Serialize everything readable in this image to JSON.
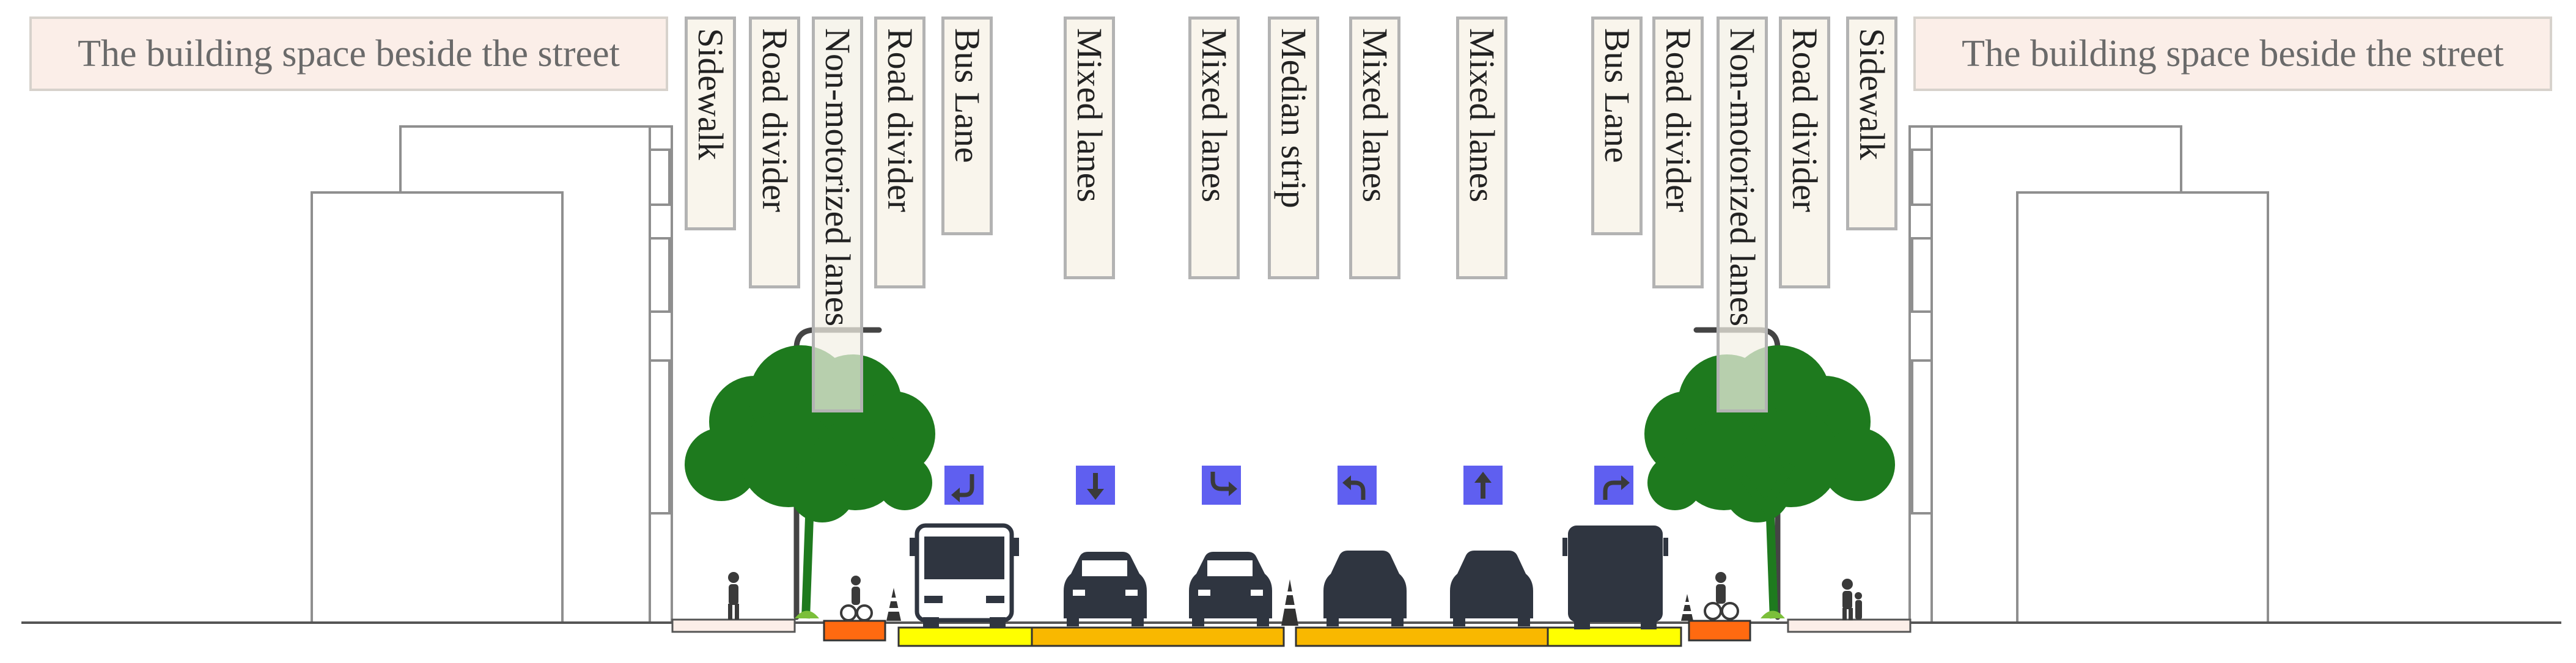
{
  "sections": {
    "left": "The building space beside the street",
    "right": "The building space beside the street"
  },
  "labels": [
    {
      "id": "sidewalk-left",
      "text": "Sidewalk"
    },
    {
      "id": "road-divider-left-1",
      "text": "Road divider"
    },
    {
      "id": "non-motorized-lanes-left",
      "text": "Non-motorized lanes"
    },
    {
      "id": "road-divider-left-2",
      "text": "Road divider"
    },
    {
      "id": "bus-lane-left",
      "text": "Bus Lane"
    },
    {
      "id": "mixed-lanes-1",
      "text": "Mixed lanes"
    },
    {
      "id": "mixed-lanes-2",
      "text": "Mixed lanes"
    },
    {
      "id": "median-strip",
      "text": "Median strip"
    },
    {
      "id": "mixed-lanes-3",
      "text": "Mixed lanes"
    },
    {
      "id": "mixed-lanes-4",
      "text": "Mixed lanes"
    },
    {
      "id": "bus-lane-right",
      "text": "Bus Lane"
    },
    {
      "id": "road-divider-right-1",
      "text": "Road divider"
    },
    {
      "id": "non-motorized-lanes-right",
      "text": "Non-motorized lanes"
    },
    {
      "id": "road-divider-right-2",
      "text": "Road divider"
    },
    {
      "id": "sidewalk-right",
      "text": "Sidewalk"
    }
  ],
  "lane_signs": [
    {
      "name": "u-turn-arrow-icon",
      "direction": "u-turn"
    },
    {
      "name": "straight-down-arrow-icon",
      "direction": "straight"
    },
    {
      "name": "right-turn-arrow-icon",
      "direction": "turn"
    },
    {
      "name": "left-turn-arrow-icon",
      "direction": "turn"
    },
    {
      "name": "straight-up-arrow-icon",
      "direction": "straight"
    },
    {
      "name": "right-turn-up-arrow-icon",
      "direction": "turn"
    }
  ],
  "colors": {
    "sign_bg": "#5f5ff0",
    "bus_lane": "#ffff00",
    "mixed_lane": "#f9b800",
    "bike_lane": "#ff6a10",
    "sidewalk": "#fbeee8",
    "tree": "#1e7a1e",
    "vehicle": "#2f3540"
  }
}
